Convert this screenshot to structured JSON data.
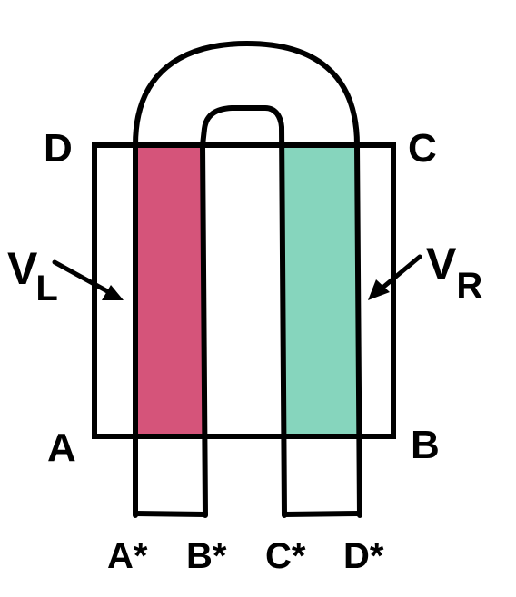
{
  "corners": {
    "top_left": "D",
    "top_right": "C",
    "bottom_left": "A",
    "bottom_right": "B"
  },
  "strip_ends": [
    "A*",
    "B*",
    "C*",
    "D*"
  ],
  "left_region": {
    "symbol": "V",
    "subscript": "L",
    "color": "#d5547a"
  },
  "right_region": {
    "symbol": "V",
    "subscript": "R",
    "color": "#86d5bd"
  },
  "line_color": "#000000",
  "background": "#ffffff"
}
